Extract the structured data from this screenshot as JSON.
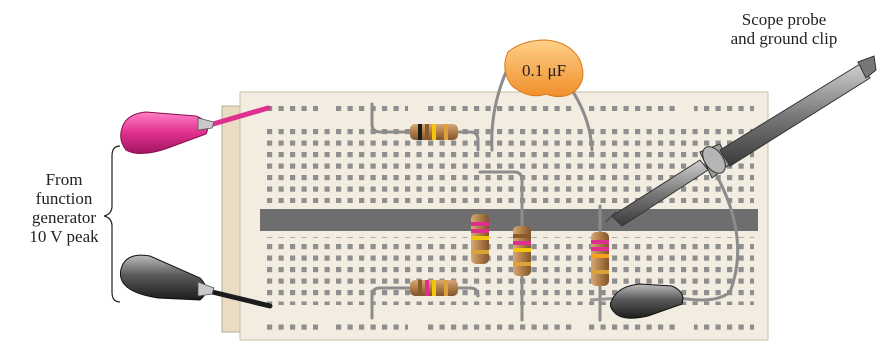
{
  "capacitor": {
    "label": "0.1 μF"
  },
  "source_label": {
    "lines": [
      "From",
      "function",
      "generator",
      "10 V peak"
    ]
  },
  "probe_label": {
    "lines": [
      "Scope probe",
      "and ground clip"
    ]
  },
  "colors": {
    "breadboard": "#f3ece0",
    "rail_strip": "#6e6e6e",
    "hole": "#8f8f8f",
    "capacitor": "#f5a94a",
    "clip_red": "#e0308f",
    "clip_black": "#4a4a4a",
    "resistor_body": "#b07d47",
    "wire": "#8c8c8c"
  },
  "resistors": [
    {
      "name": "resistor-top",
      "bands": [
        "#1a1a1a",
        "#8b5a2b",
        "#f3c40c",
        "#d9a23b"
      ]
    },
    {
      "name": "resistor-bottom",
      "bands": [
        "#8b5a2b",
        "#e0308f",
        "#f3c40c",
        "#d9a23b"
      ]
    },
    {
      "name": "resistor-vertical-1",
      "bands": [
        "#e0308f",
        "#e0308f",
        "#f3c40c",
        "#d9a23b"
      ]
    },
    {
      "name": "resistor-vertical-2",
      "bands": [
        "#8b5a2b",
        "#e0308f",
        "#f3c40c",
        "#d9a23b"
      ]
    },
    {
      "name": "resistor-vertical-3",
      "bands": [
        "#e0308f",
        "#e0308f",
        "#f7a21b",
        "#d9a23b"
      ]
    }
  ]
}
